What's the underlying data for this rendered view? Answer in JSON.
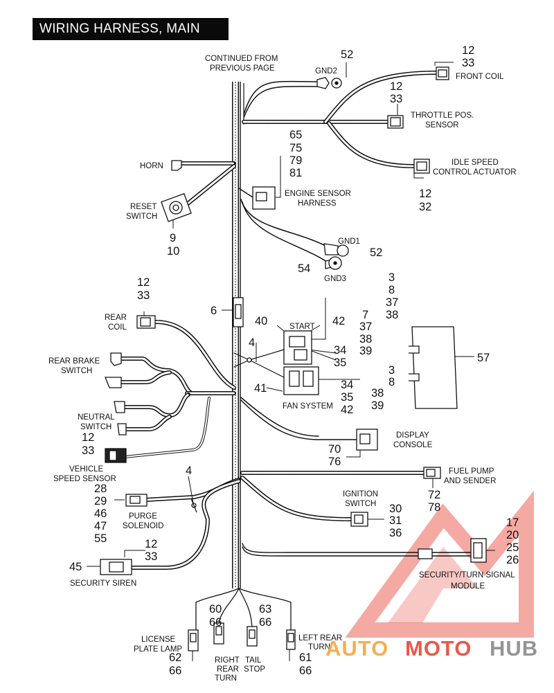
{
  "title": "WIRING HARNESS, MAIN",
  "labels": {
    "continued": [
      "CONTINUED FROM",
      "PREVIOUS PAGE"
    ],
    "gnd2": "GND2",
    "gnd1": "GND1",
    "gnd3": "GND3",
    "front_coil": "FRONT  COIL",
    "throttle": [
      "THROTTLE POS.",
      "SENSOR"
    ],
    "idle": [
      "IDLE SPEED",
      "CONTROL ACTUATOR"
    ],
    "horn": "HORN",
    "reset": [
      "RESET",
      "SWITCH"
    ],
    "engine_sensor": [
      "ENGINE SENSOR",
      "HARNESS"
    ],
    "rear_coil": [
      "REAR",
      "COIL"
    ],
    "start": "START",
    "fan": "FAN SYSTEM",
    "rear_brake": [
      "REAR BRAKE",
      "SWITCH"
    ],
    "neutral": [
      "NEUTRAL",
      "SWITCH"
    ],
    "vss": [
      "VEHICLE",
      "SPEED SENSOR"
    ],
    "display": [
      "DISPLAY",
      "CONSOLE"
    ],
    "fuel": [
      "FUEL PUMP",
      "AND SENDER"
    ],
    "ignition": [
      "IGNITION",
      "SWITCH"
    ],
    "purge": [
      "PURGE",
      "SOLENOID"
    ],
    "siren": "SECURITY SIREN",
    "turn_module": [
      "SECURITY/TURN SIGNAL",
      "MODULE"
    ],
    "license": [
      "LICENSE",
      "PLATE LAMP"
    ],
    "right_rear": [
      "RIGHT",
      "REAR",
      "TURN"
    ],
    "tail": [
      "TAIL",
      "STOP"
    ],
    "left_rear": [
      "LEFT REAR",
      "TURN"
    ]
  },
  "callouts": {
    "gnd2": "52",
    "front_coil": [
      "12",
      "33"
    ],
    "throttle": [
      "12",
      "33"
    ],
    "idle": [
      "12",
      "32"
    ],
    "engine_sensor": [
      "65",
      "75",
      "79",
      "81"
    ],
    "reset": [
      "9",
      "10"
    ],
    "gnd1": "52",
    "gnd3": "54",
    "rear_coil": [
      "12",
      "33"
    ],
    "main_6": "6",
    "start_relay": "40",
    "relay_42": "42",
    "relay_34_35": [
      "34",
      "35"
    ],
    "start_right": [
      "3",
      "8",
      "37",
      "38"
    ],
    "start_mid": [
      "7",
      "37",
      "38",
      "39"
    ],
    "clip_4_top": "4",
    "fan_relay": "41",
    "fan_right": [
      "3",
      "8"
    ],
    "fan_lower": [
      "34",
      "35",
      "42"
    ],
    "fan_lower_right": [
      "38",
      "39"
    ],
    "part_57": "57",
    "neutral_vss": [
      "12",
      "33"
    ],
    "display": [
      "70",
      "76"
    ],
    "fuel": [
      "72",
      "78"
    ],
    "ignition": [
      "30",
      "31",
      "36"
    ],
    "clip_4_lower": "4",
    "purge": [
      "28",
      "29",
      "46",
      "47",
      "55"
    ],
    "siren_top": [
      "12",
      "33"
    ],
    "siren_left": "45",
    "turn_module": [
      "17",
      "20",
      "25",
      "26"
    ],
    "rear_left": [
      "60",
      "66"
    ],
    "rear_right": [
      "63",
      "66"
    ],
    "license": [
      "62",
      "66"
    ],
    "left_rear": [
      "61",
      "66"
    ]
  },
  "watermark": {
    "part1": "AUTO",
    "part2": "MOTO",
    "part3": "HUB"
  },
  "colors": {
    "wire": "#111111",
    "watermark_red": "#e8473a",
    "watermark_orange": "#f4a640",
    "watermark_gray": "#8a8a8a"
  }
}
